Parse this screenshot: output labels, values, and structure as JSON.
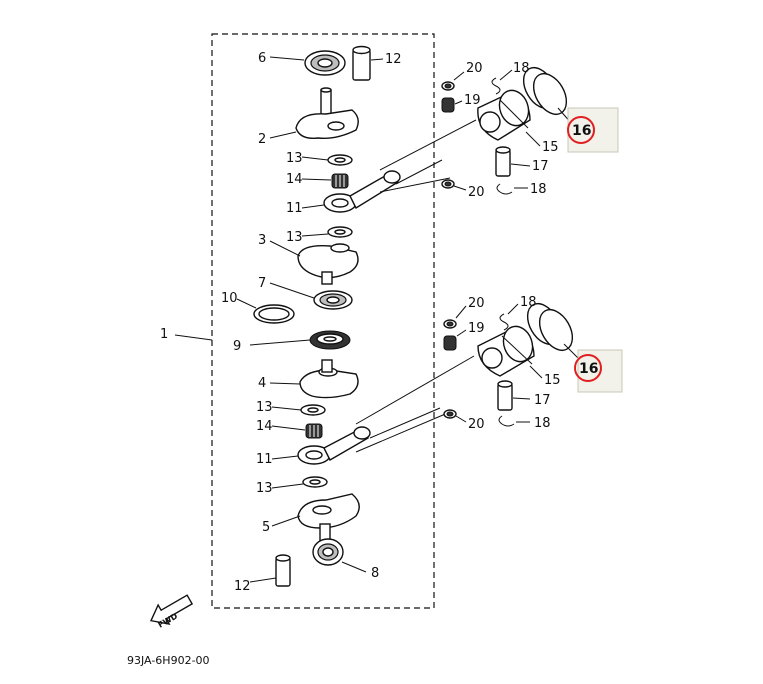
{
  "diagram": {
    "drawing_code": "93JA-6H902-00",
    "fwd_label": "FWD",
    "accent_color": "#e02020",
    "highlight_fill": "#f2f1ea",
    "callouts": {
      "c1": "1",
      "c2": "2",
      "c3": "3",
      "c4": "4",
      "c5": "5",
      "c6": "6",
      "c7": "7",
      "c8": "8",
      "c9": "9",
      "c10": "10",
      "c11_top": "11",
      "c11_bot": "11",
      "c12_top": "12",
      "c12_bot": "12",
      "c13_a": "13",
      "c13_b": "13",
      "c13_c": "13",
      "c13_d": "13",
      "c14_top": "14",
      "c14_bot": "14",
      "c15_top": "15",
      "c15_bot": "15",
      "c16_top": "16",
      "c16_bot": "16",
      "c17_top": "17",
      "c17_bot": "17",
      "c18_a": "18",
      "c18_b": "18",
      "c18_c": "18",
      "c18_d": "18",
      "c19_top": "19",
      "c19_bot": "19",
      "c20_a": "20",
      "c20_b": "20",
      "c20_c": "20",
      "c20_d": "20"
    }
  }
}
